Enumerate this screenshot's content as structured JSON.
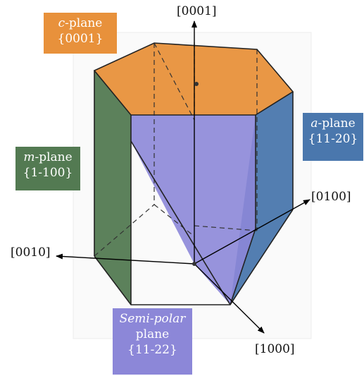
{
  "colors": {
    "c_plane": "#e8913b",
    "a_plane": "#4a77ad",
    "m_plane": "#537a52",
    "semi_polar_plane": "#8c87d8"
  },
  "labels": {
    "c_plane": {
      "italic": "c",
      "rest": "-plane",
      "index": "{0001}"
    },
    "a_plane": {
      "italic": "a",
      "rest": "-plane",
      "index": "{11-20}"
    },
    "m_plane": {
      "italic": "m",
      "rest": "-plane",
      "index": "{1-100}"
    },
    "semi_polar": {
      "italic": "Semi-polar",
      "line2": "plane",
      "index": "{11-22}"
    }
  },
  "axes": {
    "up": "[0001]",
    "right": "[0100]",
    "left": "[0010]",
    "down": "[1000]"
  }
}
